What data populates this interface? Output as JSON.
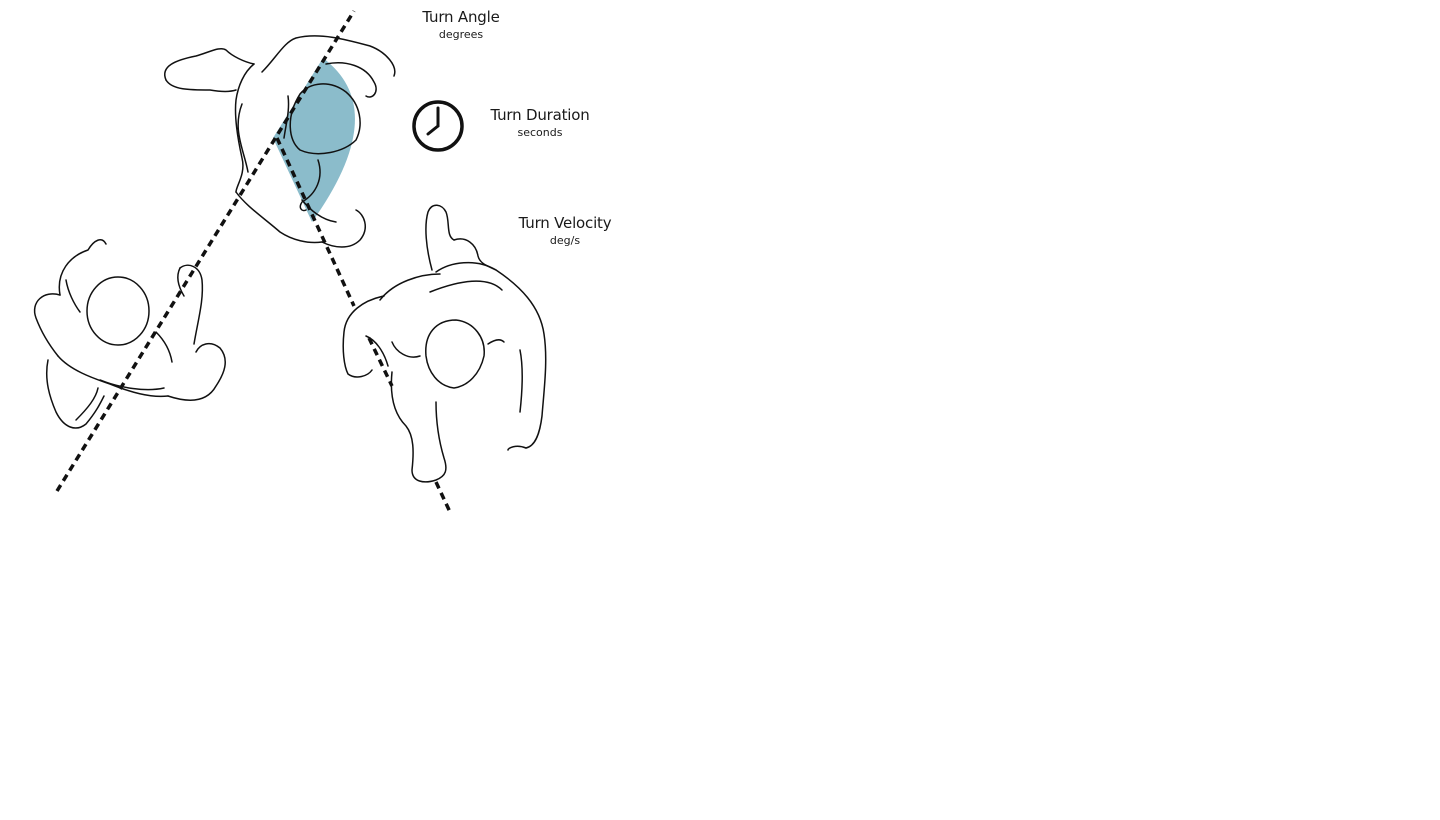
{
  "labels": {
    "turn_angle": {
      "title": "Turn Angle",
      "unit": "degrees"
    },
    "turn_duration": {
      "title": "Turn Duration",
      "unit": "seconds"
    },
    "turn_velocity": {
      "title": "Turn Velocity",
      "unit": "deg/s"
    }
  },
  "icons": {
    "clock": "clock-icon",
    "figure": "person-top-view"
  },
  "colors": {
    "angle_fill": "#8bbccb",
    "ink": "#111111"
  }
}
